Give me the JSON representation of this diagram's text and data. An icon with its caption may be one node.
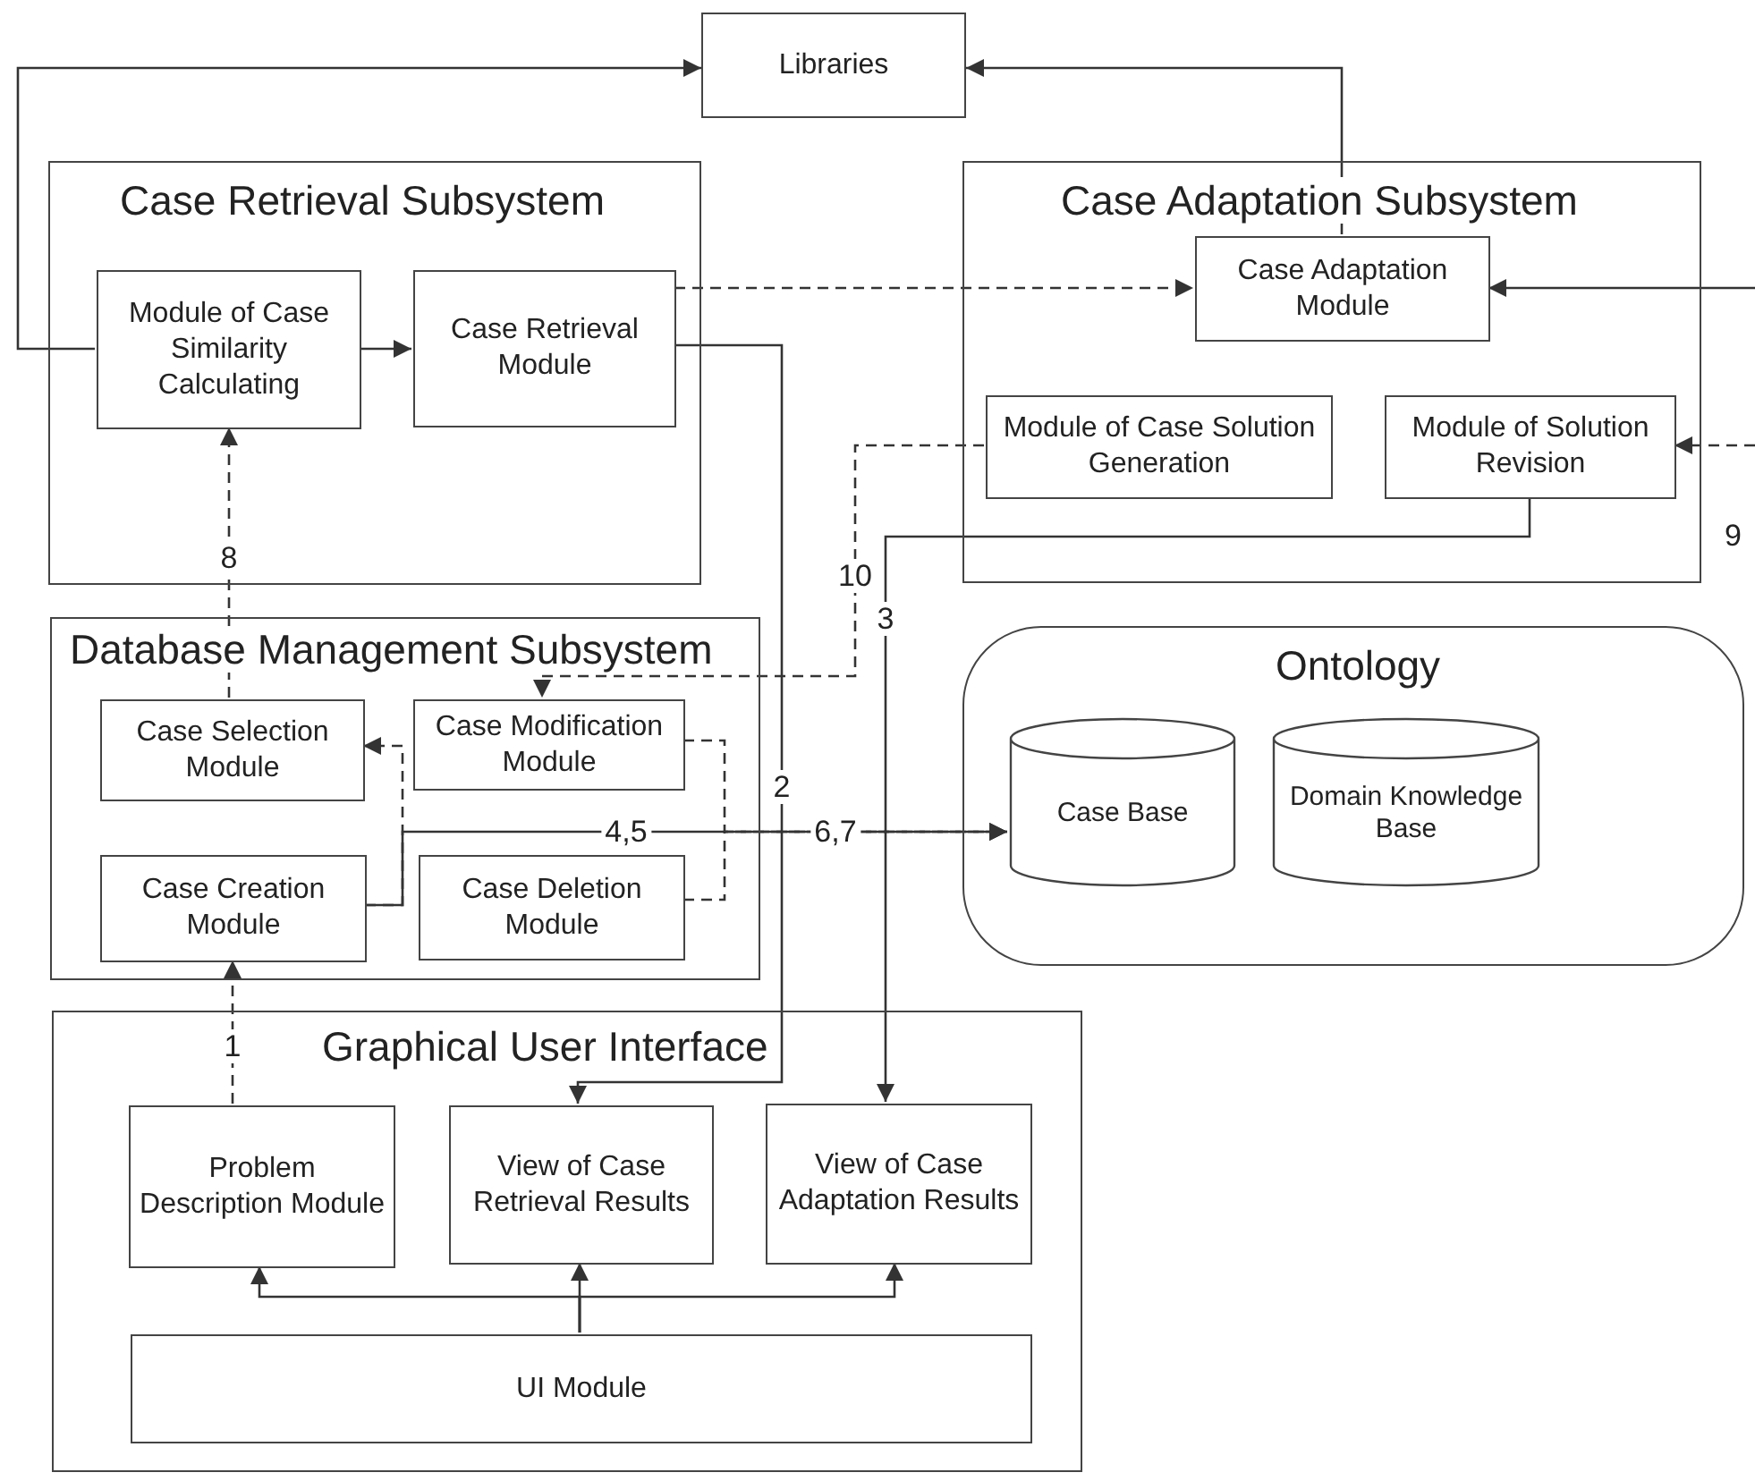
{
  "diagram": {
    "nodes": [
      {
        "text": [
          "Libraries"
        ]
      },
      {
        "text": [
          "Case Retrieval Subsystem"
        ]
      },
      {
        "text": [
          "Module of Case Similarity Calculating"
        ],
        "in": 1
      },
      {
        "text": [
          "Case Retrieval Module"
        ],
        "in": 1
      },
      {
        "text": [
          "Case Adaptation Subsystem"
        ]
      },
      {
        "text": [
          "Case Adaptation Module"
        ],
        "in": 4
      },
      {
        "text": [
          "Module of Case Solution Generation"
        ],
        "in": 4
      },
      {
        "text": [
          "Module of Solution Revision"
        ],
        "in": 4
      },
      {
        "text": [
          "Database Management Subsystem"
        ]
      },
      {
        "text": [
          "Case Selection Module"
        ],
        "in": 8
      },
      {
        "text": [
          "Case Modification Module"
        ],
        "in": 8
      },
      {
        "text": [
          "Case Creation Module"
        ],
        "in": 8
      },
      {
        "text": [
          "Case Deletion Module"
        ],
        "in": 8
      },
      {
        "text": [
          "Ontology"
        ]
      },
      {
        "text": [
          "Case Base"
        ],
        "in": 13
      },
      {
        "text": [
          "Domain Knowledge Base"
        ],
        "in": 13
      },
      {
        "text": [
          "Graphical User Interface"
        ]
      },
      {
        "text": [
          "Problem Description Module"
        ],
        "in": 16
      },
      {
        "text": [
          "View of Case Retrieval Results"
        ],
        "in": 16
      },
      {
        "text": [
          "View of Case Adaptation Results"
        ],
        "in": 16
      },
      {
        "text": [
          "UI Module"
        ],
        "in": 16
      }
    ],
    "edges": [
      {
        "from": 2,
        "to": 0,
        "arrow": "to"
      },
      {
        "from": 5,
        "to": 0,
        "arrow": "to"
      },
      {
        "from": 2,
        "to": 3,
        "arrow": "to"
      },
      {
        "from": 9,
        "to": 2,
        "arrow": "to",
        "style": "dashed",
        "label": "8"
      },
      {
        "from": 3,
        "to": 18,
        "arrow": "to",
        "label": "2"
      },
      {
        "from": 3,
        "to": 5,
        "arrow": "to",
        "style": "dashed"
      },
      {
        "from": 6,
        "to": 10,
        "arrow": "to",
        "style": "dashed",
        "label": "10"
      },
      {
        "from": 7,
        "to": 19,
        "arrow": "to",
        "label": "3"
      },
      {
        "from": null,
        "to": 5,
        "arrow": "to"
      },
      {
        "from": null,
        "to": 7,
        "arrow": "to",
        "style": "dashed"
      },
      {
        "from": 11,
        "to": 9,
        "arrow": "to",
        "style": "dashed"
      },
      {
        "from": 11,
        "to": 14,
        "arrow": "to",
        "label": "4,5"
      },
      {
        "from": 10,
        "to": 14,
        "arrow": "to",
        "style": "dashed",
        "label": "6,7"
      },
      {
        "from": 12,
        "to": 14,
        "arrow": "to",
        "style": "dashed"
      },
      {
        "from": 17,
        "to": 11,
        "arrow": "to",
        "style": "dashed",
        "label": "1"
      },
      {
        "from": 20,
        "to": 17,
        "arrow": "to"
      },
      {
        "from": 20,
        "to": 18,
        "arrow": "to"
      },
      {
        "from": 20,
        "to": 19,
        "arrow": "to"
      }
    ],
    "labels": [
      "9"
    ]
  }
}
